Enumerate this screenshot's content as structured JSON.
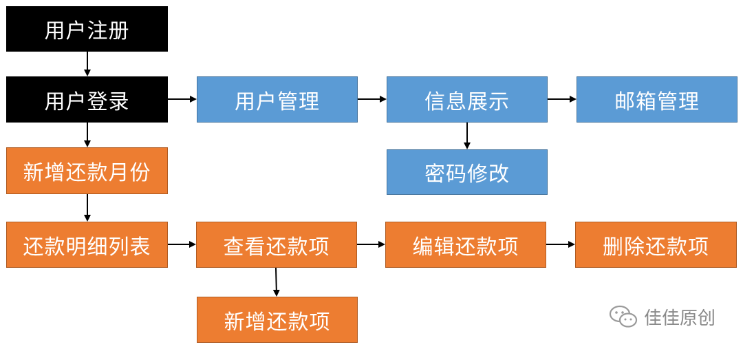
{
  "nodes": {
    "register": "用户注册",
    "login": "用户登录",
    "user_manage": "用户管理",
    "info_display": "信息展示",
    "mail_manage": "邮箱管理",
    "pwd_change": "密码修改",
    "add_month": "新增还款月份",
    "detail_list": "还款明细列表",
    "view_item": "查看还款项",
    "edit_item": "编辑还款项",
    "delete_item": "删除还款项",
    "add_item": "新增还款项"
  },
  "colors": {
    "black": "#000000",
    "blue": "#5b9bd5",
    "orange": "#ed7d31",
    "arrow": "#000000"
  },
  "watermark": {
    "text": "佳佳原创",
    "icon": "wechat-icon"
  }
}
